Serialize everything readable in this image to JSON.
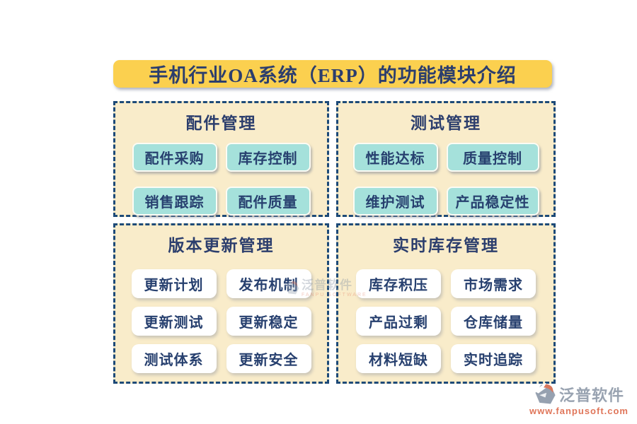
{
  "title": "手机行业OA系统（ERP）的功能模块介绍",
  "panels": [
    {
      "title": "配件管理",
      "buttons": [
        "配件采购",
        "库存控制",
        "销售跟踪",
        "配件质量"
      ]
    },
    {
      "title": "测试管理",
      "buttons": [
        "性能达标",
        "质量控制",
        "维护测试",
        "产品稳定性"
      ]
    },
    {
      "title": "版本更新管理",
      "buttons": [
        "更新计划",
        "发布机制",
        "更新测试",
        "更新稳定",
        "测试体系",
        "更新安全"
      ]
    },
    {
      "title": "实时库存管理",
      "buttons": [
        "库存积压",
        "市场需求",
        "产品过剩",
        "仓库储量",
        "材料短缺",
        "实时追踪"
      ]
    }
  ],
  "watermark": {
    "name": "泛普软件",
    "sub": "FANPU SOFTWARE"
  },
  "brand": {
    "name": "泛普软件",
    "url": "www.fanpusoft.com"
  },
  "colors": {
    "title_bg": "#fbd04f",
    "panel_bg": "#f9ecca",
    "panel_border": "#1d4a78",
    "teal_button": "#a5e1db",
    "white_button": "#ffffff",
    "text_navy": "#2c3e6d",
    "brand_gray": "#99a3b1",
    "brand_orange": "#e0765a"
  }
}
